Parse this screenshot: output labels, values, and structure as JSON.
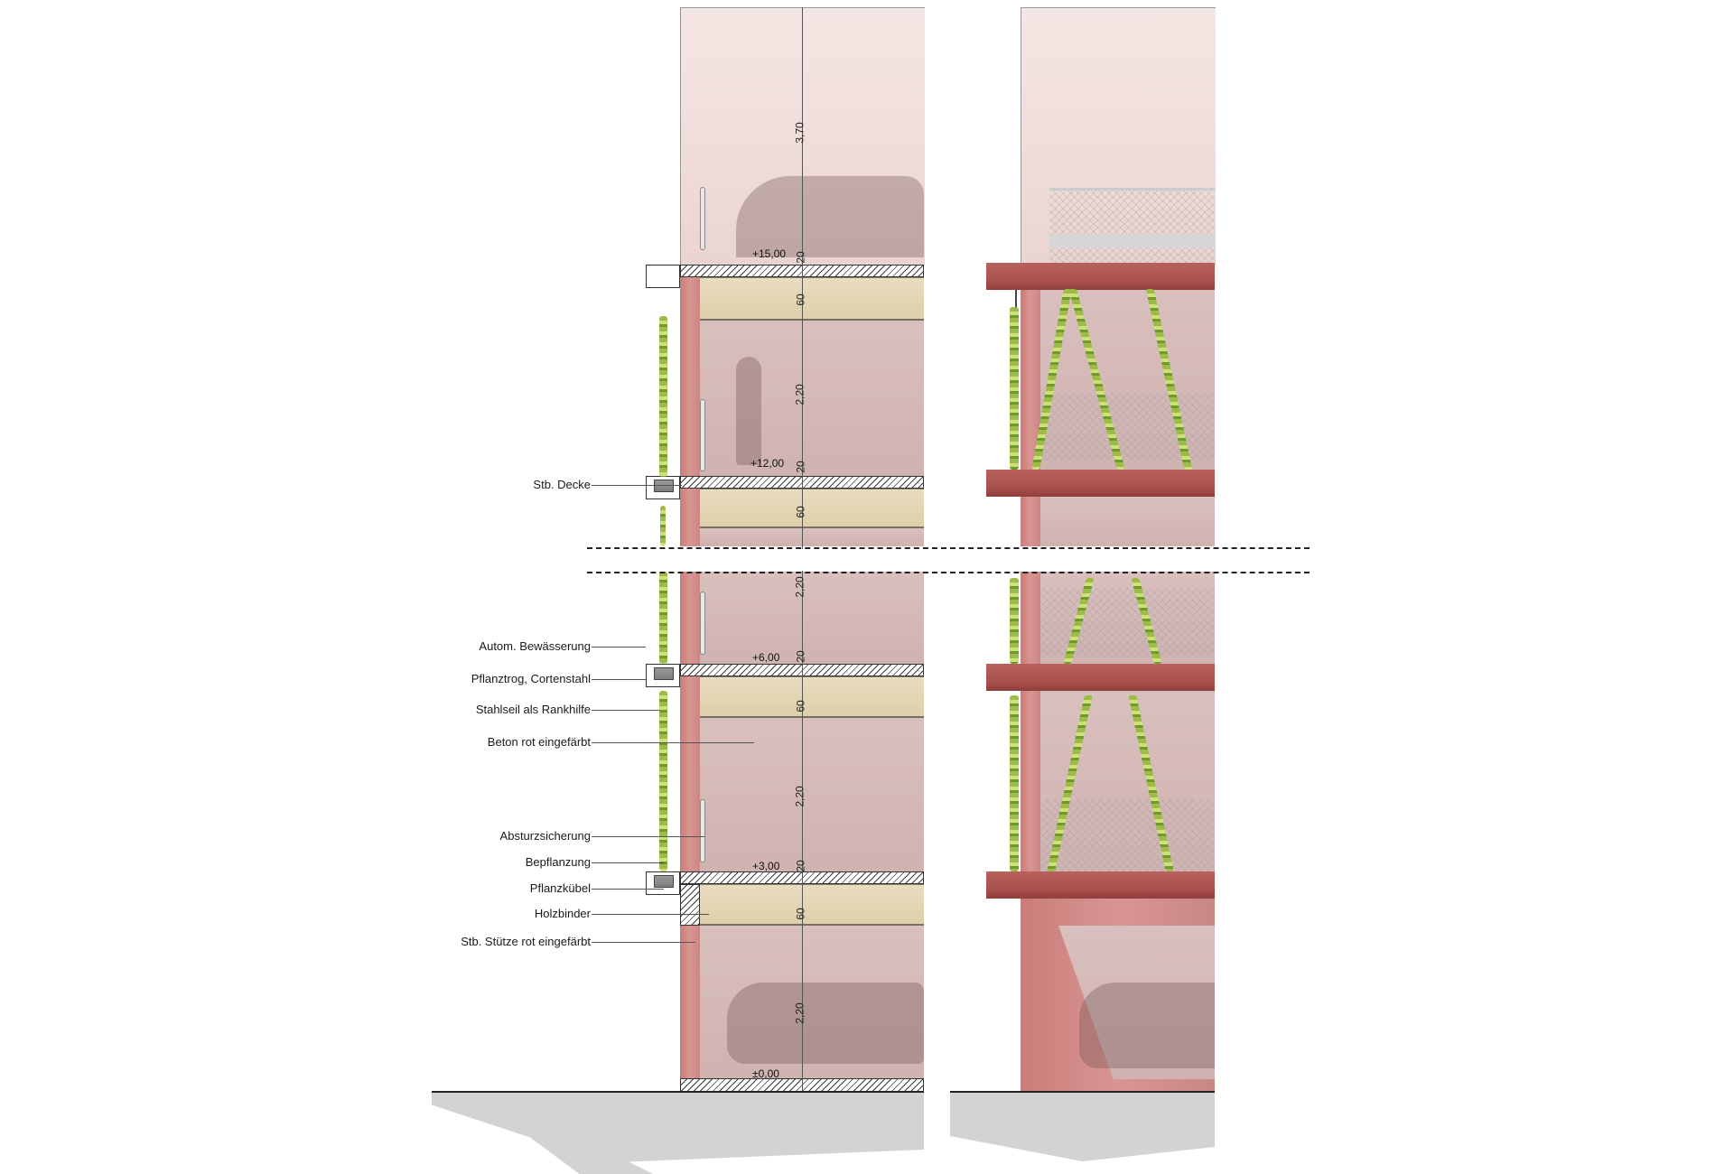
{
  "drawing": {
    "type": "architectural section and elevation",
    "colors": {
      "concrete_wall": "#efdcd9",
      "red_concrete": "#b8615d",
      "timber_binder": "#e5d6b5",
      "ground": "#d3d3d3",
      "planting": "#9dbb48"
    }
  },
  "labels": [
    {
      "id": "stb-decke",
      "text": "Stb. Decke"
    },
    {
      "id": "bewaesserung",
      "text": "Autom. Bewässerung"
    },
    {
      "id": "pflanztrog",
      "text": "Pflanztrog, Cortenstahl"
    },
    {
      "id": "stahlseil",
      "text": "Stahlseil als Rankhilfe"
    },
    {
      "id": "beton",
      "text": "Beton rot eingefärbt"
    },
    {
      "id": "absturz",
      "text": "Absturzsicherung"
    },
    {
      "id": "bepflanzung",
      "text": "Bepflanzung"
    },
    {
      "id": "pflanzkuebel",
      "text": "Pflanzkübel"
    },
    {
      "id": "holzbinder",
      "text": "Holzbinder"
    },
    {
      "id": "stuetze",
      "text": "Stb. Stütze rot eingefärbt"
    }
  ],
  "levels": [
    {
      "id": "l15",
      "text": "+15,00"
    },
    {
      "id": "l12",
      "text": "+12,00"
    },
    {
      "id": "l6",
      "text": "+6,00"
    },
    {
      "id": "l3",
      "text": "+3,00"
    },
    {
      "id": "l0",
      "text": "±0,00"
    }
  ],
  "dimensions": {
    "top_height": "3,70",
    "slab": "20",
    "binder": "60",
    "clear_height": "2,20"
  }
}
